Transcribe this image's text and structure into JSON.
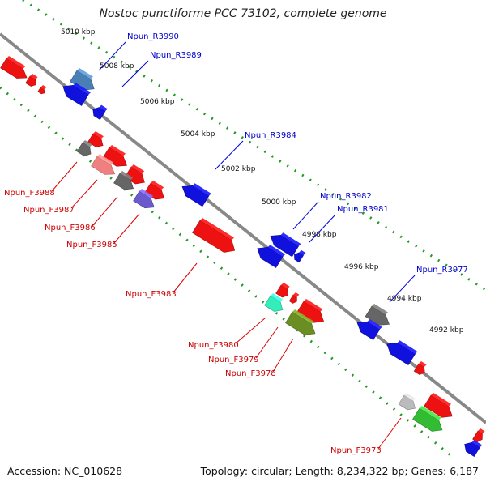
{
  "header": {
    "title": "Nostoc punctiforme PCC 73102, complete genome"
  },
  "footer": {
    "accession": "Accession: NC_010628",
    "summary": "Topology: circular; Length: 8,234,322 bp; Genes: 6,187"
  },
  "ticks": [
    "5010 kbp",
    "5008 kbp",
    "5006 kbp",
    "5004 kbp",
    "5002 kbp",
    "5000 kbp",
    "4998 kbp",
    "4996 kbp",
    "4994 kbp",
    "4992 kbp"
  ],
  "forward_gene_labels": [
    "Npun_F3988",
    "Npun_F3987",
    "Npun_F3986",
    "Npun_F3985",
    "Npun_F3983",
    "Npun_F3980",
    "Npun_F3979",
    "Npun_F3978",
    "Npun_F3973"
  ],
  "reverse_gene_labels": [
    "Npun_R3990",
    "Npun_R3989",
    "Npun_R3984",
    "Npun_R3982",
    "Npun_R3981",
    "Npun_R3977"
  ],
  "colors": {
    "forward_gene": "#ee1111",
    "reverse_gene": "#1111dd",
    "backbone": "#888888",
    "guide_dots": "#229922",
    "gray_gene": "#666666",
    "steelblue_gene": "#4a7fb5",
    "pink_gene": "#f08080",
    "slate_gene": "#6a5acd",
    "aqua_gene": "#33eebb",
    "olive_gene": "#6b8e23",
    "silver_gene": "#bbbbbb",
    "green_gene": "#33bb33"
  }
}
